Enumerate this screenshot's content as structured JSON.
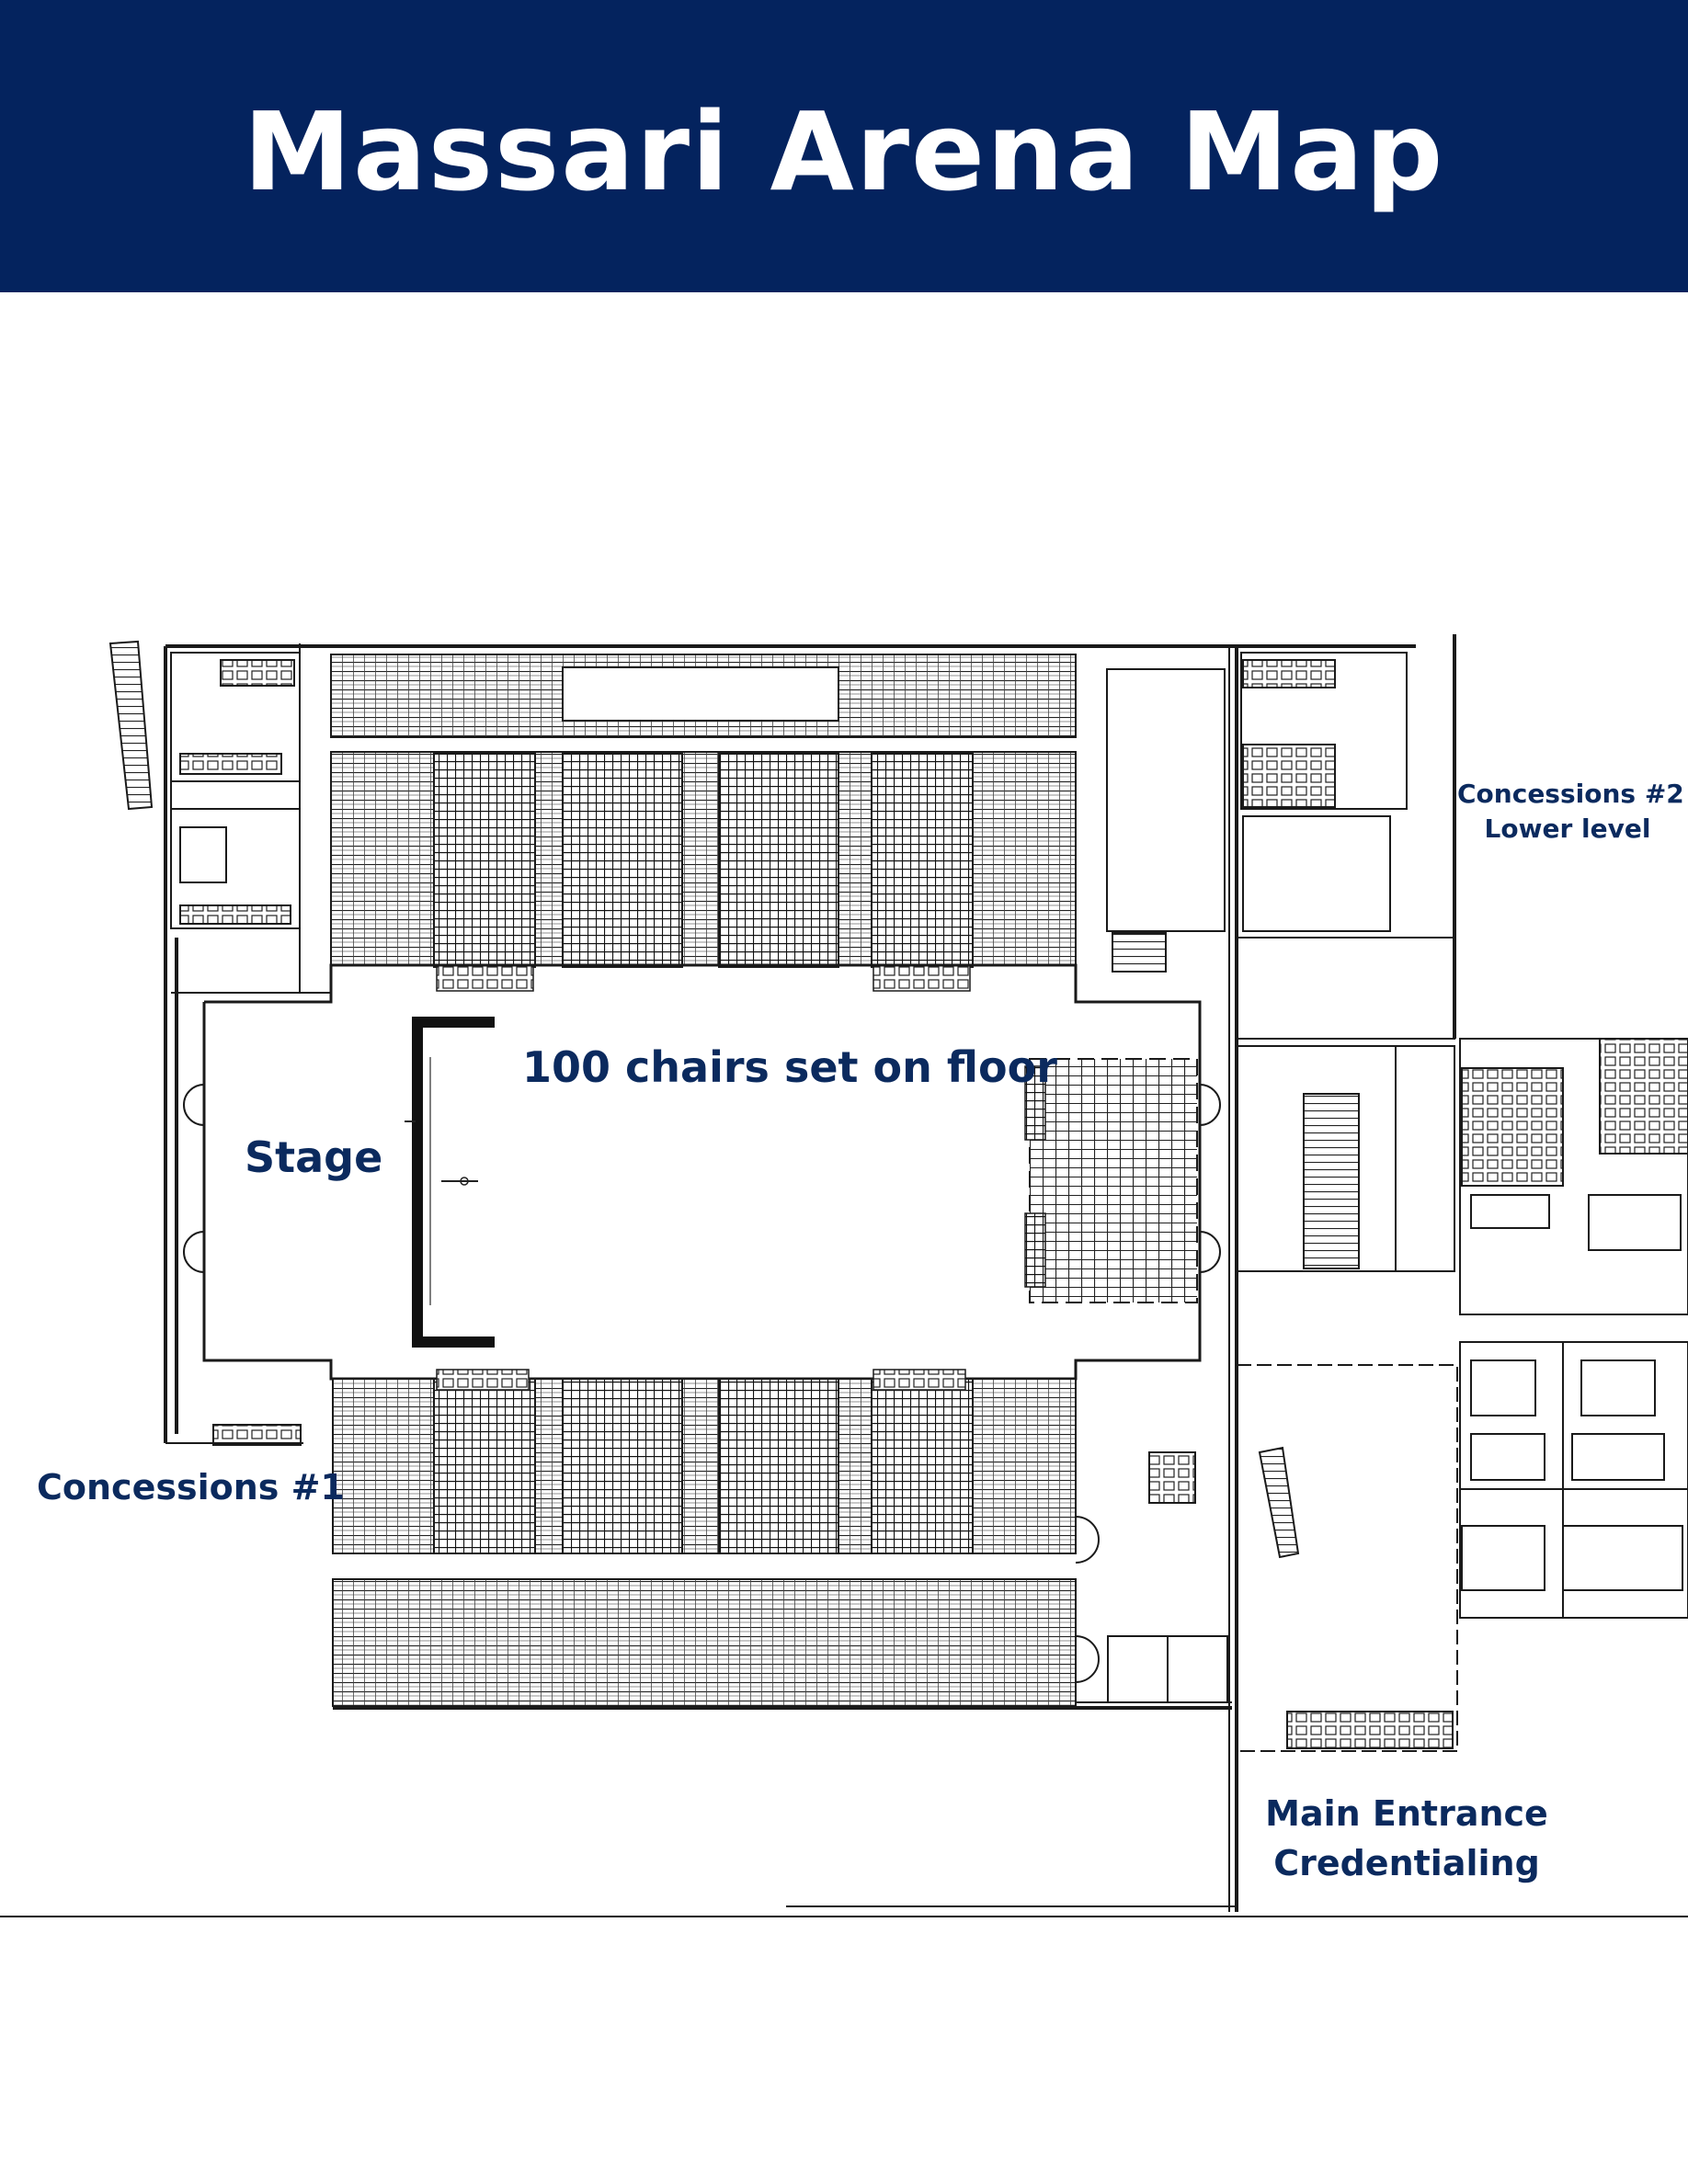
{
  "header": {
    "title": "Massari Arena Map",
    "background": "#04235e",
    "text_color": "#ffffff"
  },
  "labels": {
    "stage": "Stage",
    "floor_chairs": "100 chairs set on floor",
    "concessions_1": "Concessions #1",
    "concessions_2_line1": "Concessions #2",
    "concessions_2_line2": "Lower level",
    "main_entrance_line1": "Main Entrance",
    "main_entrance_line2": "Credentialing"
  },
  "colors": {
    "label": "#0b2a5e",
    "linework": "#1a1a1a"
  }
}
